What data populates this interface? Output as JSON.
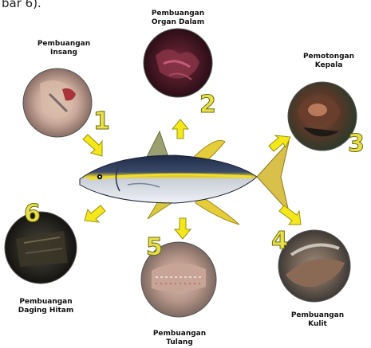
{
  "top_caption": "bar 6).",
  "steps": [
    {
      "number": "1",
      "label_line1": "Pembuangan",
      "label_line2": "Insang"
    },
    {
      "number": "2",
      "label_line1": "Pembuangan",
      "label_line2": "Organ Dalam"
    },
    {
      "number": "3",
      "label_line1": "Pemotongan",
      "label_line2": "Kepala"
    },
    {
      "number": "4",
      "label_line1": "Pembuangan",
      "label_line2": "Kulit"
    },
    {
      "number": "5",
      "label_line1": "Pembuangan",
      "label_line2": "Tulang"
    },
    {
      "number": "6",
      "label_line1": "Pembuangan",
      "label_line2": "Daging Hitam"
    }
  ],
  "colors": {
    "arrow": "#f4e81a",
    "arrow_stroke": "#9a9010",
    "number": "#e8e04a",
    "fish_back": "#2c3a55",
    "fish_belly": "#dfe3e8",
    "fish_stripe": "#e6d22a"
  }
}
